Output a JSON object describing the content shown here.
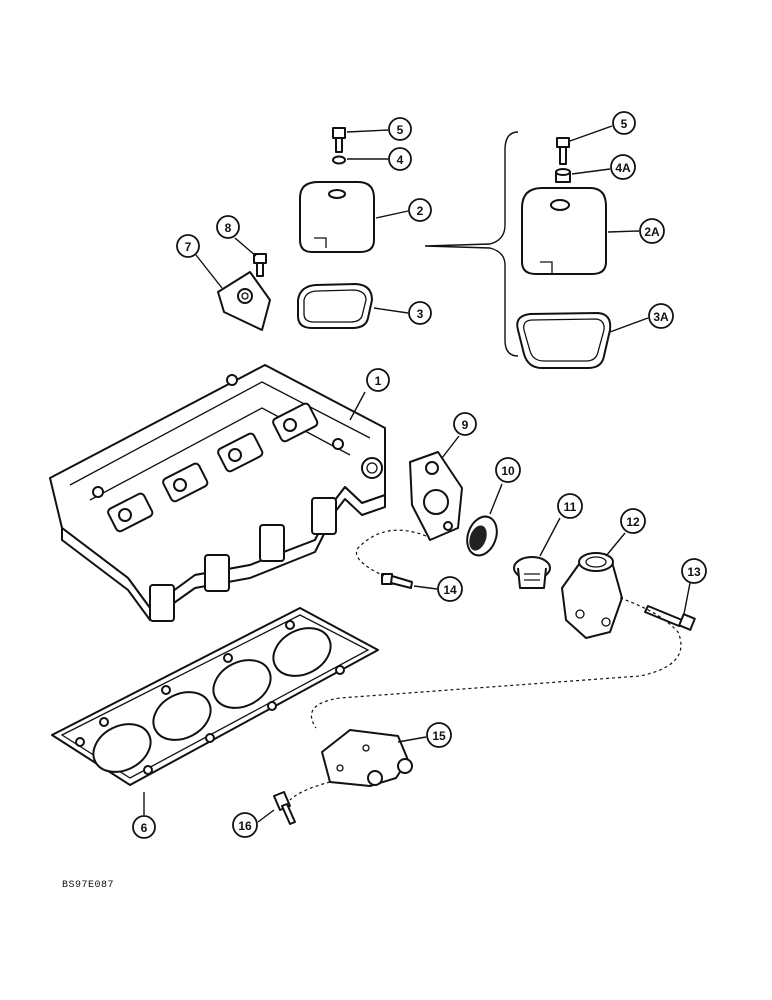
{
  "callouts": [
    {
      "id": "c1",
      "label": "1",
      "part": "cylinder-head"
    },
    {
      "id": "c2",
      "label": "2",
      "part": "valve-cover"
    },
    {
      "id": "c2a",
      "label": "2A",
      "part": "valve-cover-alt"
    },
    {
      "id": "c3",
      "label": "3",
      "part": "valve-cover-gasket"
    },
    {
      "id": "c3a",
      "label": "3A",
      "part": "valve-cover-gasket-alt"
    },
    {
      "id": "c4",
      "label": "4",
      "part": "washer"
    },
    {
      "id": "c4a",
      "label": "4A",
      "part": "grommet"
    },
    {
      "id": "c5a",
      "label": "5",
      "part": "bolt"
    },
    {
      "id": "c5b",
      "label": "5",
      "part": "bolt-alt"
    },
    {
      "id": "c6",
      "label": "6",
      "part": "head-gasket"
    },
    {
      "id": "c7",
      "label": "7",
      "part": "lifting-bracket"
    },
    {
      "id": "c8",
      "label": "8",
      "part": "bracket-bolt"
    },
    {
      "id": "c9",
      "label": "9",
      "part": "flange-gasket"
    },
    {
      "id": "c10",
      "label": "10",
      "part": "seal-ring"
    },
    {
      "id": "c11",
      "label": "11",
      "part": "thermostat"
    },
    {
      "id": "c12",
      "label": "12",
      "part": "thermostat-housing"
    },
    {
      "id": "c13",
      "label": "13",
      "part": "housing-bolt"
    },
    {
      "id": "c14",
      "label": "14",
      "part": "flange-bolt"
    },
    {
      "id": "c15",
      "label": "15",
      "part": "rear-bracket"
    },
    {
      "id": "c16",
      "label": "16",
      "part": "rear-bracket-bolt"
    }
  ],
  "figure_code": "BS97E087"
}
